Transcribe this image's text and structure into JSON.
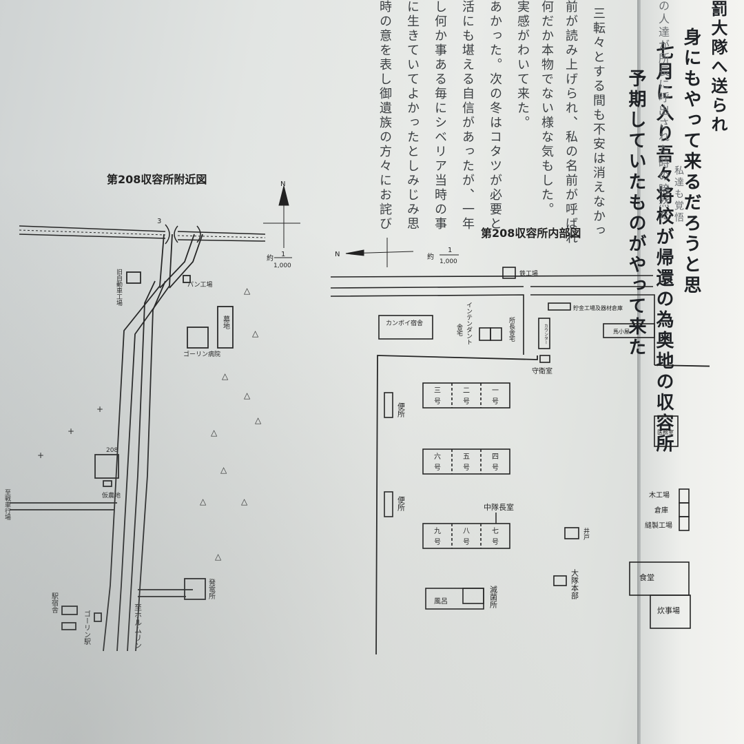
{
  "text_columns": [
    "三転々とする間も不安は消えなかっ",
    "前が読み上げられ、私の名前が呼ばれ",
    "何だか本物でない様な気もした。",
    "実感がわいて来た。",
    "あかった。次の冬はコタツが必要と",
    "活にも堪える自信があったが、一年",
    "し何か事ある毎にシベリア当時の事",
    "に生きていてよかったとしみじみ思",
    "時の意を表し御遺族の方々にお詫び"
  ],
  "right_page_columns": [
    "罰大隊へ送られ",
    "身にもやって来るだろうと思",
    "七月に入り吾々将校が帰還の為奥地の収容所",
    "予期していたものがやって来た"
  ],
  "edge_columns": [
    "の人達が所長に呼出された時の暗然た",
    "私達も覚悟"
  ],
  "map_left": {
    "title": "第208収容所附近図",
    "north": "N",
    "scale_prefix": "約",
    "scale_num": "1",
    "scale_den": "1,000",
    "bridge_mark": "3",
    "labels": {
      "pan_factory": "パン工場",
      "cemetery": "墓地",
      "hospital": "ゴーリン病院",
      "old_auto": "旧自動車工場",
      "camp_no": "208",
      "fake_farm": "仮農地",
      "to_tank": "至戦車行場",
      "power_station": "発電所",
      "to_holmolin": "至ホルムリン",
      "station_lodging": "駅宿舎",
      "goryn_station": "ゴーリン駅"
    }
  },
  "map_right": {
    "title": "第208収容所内部図",
    "north": "N",
    "scale_prefix": "約",
    "scale_num": "1",
    "scale_den": "1,000",
    "labels": {
      "iron_works": "鉄工場",
      "convoy_lodging": "カンボイ宿舎",
      "intendant": "インテンダント",
      "intendant_house": "舎宅",
      "director_house": "所長舎宅",
      "warehouse": "貯金工場及器材倉庫",
      "stable": "馬小屋",
      "counter": "カウンター",
      "guard_room": "守衛室",
      "toilet1": "便所",
      "toilet2": "便所",
      "medical": "医務室",
      "wood_shop": "木工場",
      "storehouse": "倉庫",
      "sewing": "縫製工場",
      "company_leader": "中隊長室",
      "well": "井戸",
      "hq": "大隊本部",
      "dining": "食堂",
      "cooking": "炊事場",
      "bath": "風呂",
      "disinfect": "滅菌所",
      "barracks": [
        "一号",
        "二号",
        "三号",
        "四号",
        "五号",
        "六号",
        "七号",
        "八号",
        "九号"
      ]
    }
  }
}
